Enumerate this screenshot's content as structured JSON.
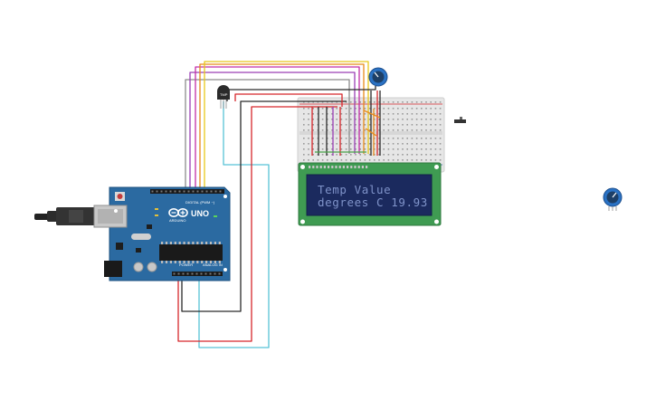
{
  "lcd": {
    "line1": "Temp Value",
    "line2": "degrees C  19.93"
  },
  "arduino": {
    "model": "UNO",
    "brand": "ARDUINO",
    "digital_label": "DIGITAL (PWM ~)",
    "power_label": "POWER",
    "analog_label": "ANALOG IN"
  },
  "sensor": {
    "label": "TMP"
  },
  "colors": {
    "board": "#2b6aa1",
    "lcd_bezel": "#3c9a4e",
    "lcd_screen": "#1d2a5c",
    "breadboard": "#e9e9e9",
    "wire_red": "#d6262b",
    "wire_black": "#2a2a2a",
    "wire_cyan": "#58c2d6",
    "wire_gray": "#8c8c8c",
    "wire_purple": "#9b3fb5",
    "wire_magenta": "#c12ea7",
    "wire_orange": "#e88a1a",
    "wire_yellow": "#e8c81a",
    "wire_green": "#4aa34a",
    "pot": "#2a72c4"
  }
}
